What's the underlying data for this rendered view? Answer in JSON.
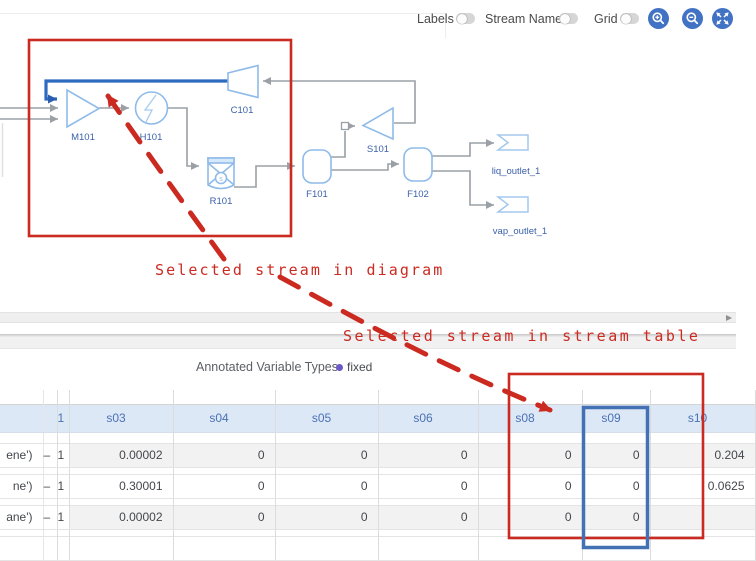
{
  "toolbar": {
    "toggles": [
      {
        "label": "Labels",
        "state": "off"
      },
      {
        "label": "Stream Names",
        "state": "off"
      },
      {
        "label": "Grid",
        "state": "off"
      }
    ],
    "zoom_buttons": [
      {
        "name": "zoom-in"
      },
      {
        "name": "zoom-out"
      },
      {
        "name": "zoom-fit"
      }
    ],
    "button_color": "#4272c4"
  },
  "diagram": {
    "selected_stream_color": "#2f6ac1",
    "unit_stroke_color": "#8fbbea",
    "units": {
      "mixer": "M101",
      "heater": "H101",
      "compressor": "C101",
      "reactor": "R101",
      "reactor_glyph": "s",
      "flash_1": "F101",
      "splitter": "S101",
      "flash_2": "F102",
      "liq_outlet": "liq_outlet_1",
      "vap_outlet": "vap_outlet_1"
    }
  },
  "annotations": {
    "diagram_note": "Selected stream in diagram",
    "table_note": "Selected stream in stream table",
    "red": "#cb2a21",
    "selection_blue": "#4470b4"
  },
  "stream_table": {
    "legend_label": "Annotated Variable Types:",
    "legend_items": [
      {
        "marker": "dot",
        "label": "fixed",
        "color": "#6b59c8"
      }
    ],
    "header_bg": "#dde8f6",
    "headers": [
      "",
      "",
      "1",
      "s03",
      "s04",
      "s05",
      "s06",
      "s08",
      "s09",
      "s10"
    ],
    "rows": [
      {
        "shaded": true,
        "cells": [
          "ene')",
          "–",
          "1",
          "0.00002",
          "0",
          "0",
          "0",
          "0",
          "0",
          "0.204"
        ]
      },
      {
        "shaded": false,
        "cells": [
          "ne')",
          "–",
          "1",
          "0.30001",
          "0",
          "0",
          "0",
          "0",
          "0",
          "0.0625"
        ]
      },
      {
        "shaded": true,
        "cells": [
          "ane')",
          "–",
          "1",
          "0.00002",
          "0",
          "0",
          "0",
          "0",
          "0",
          ""
        ]
      },
      {
        "shaded": false,
        "cells": [
          "",
          "",
          "",
          "",
          "",
          "",
          "",
          "",
          "",
          ""
        ]
      }
    ]
  }
}
